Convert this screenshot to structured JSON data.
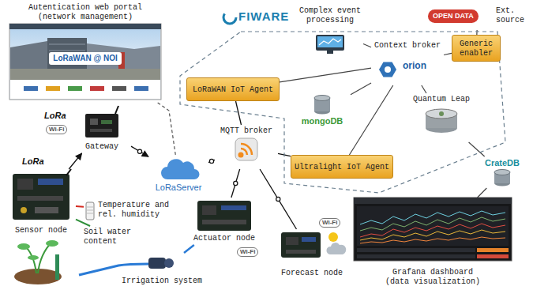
{
  "diagram": {
    "nodes": [
      {
        "text": [
          "Autentication web portal (network management)",
          "LoRaWAN @ NOI"
        ]
      },
      {
        "text": [
          "FIWARE"
        ]
      },
      {
        "text": [
          "Complex event processing"
        ],
        "in": 1
      },
      {
        "text": [
          "Context broker",
          "orion"
        ],
        "in": 1
      },
      {
        "text": [
          "Generic enabler"
        ],
        "in": 1
      },
      {
        "text": [
          "Quantum Leap"
        ],
        "in": 1
      },
      {
        "text": [
          "LoRaWAN IoT Agent"
        ],
        "in": 1
      },
      {
        "text": [
          "mongoDB"
        ],
        "in": 1
      },
      {
        "text": [
          "Ultralight IoT Agent"
        ],
        "in": 1
      },
      {
        "text": [
          "Ext. source",
          "OPEN DATA"
        ]
      },
      {
        "text": [
          "Gateway"
        ]
      },
      {
        "text": [
          "MQTT broker"
        ]
      },
      {
        "text": [
          "LoRaServer"
        ]
      },
      {
        "text": [
          "CrateDB"
        ]
      },
      {
        "text": [
          "Sensor node"
        ]
      },
      {
        "text": [
          "Temperature and rel. humidity"
        ]
      },
      {
        "text": [
          "Actuator node"
        ]
      },
      {
        "text": [
          "Soil water content"
        ]
      },
      {
        "text": [
          "Forecast node"
        ]
      },
      {
        "text": [
          "Grafana dashboard (data visualization)"
        ]
      },
      {
        "text": [
          "Irrigation system"
        ]
      }
    ],
    "edges": [
      {
        "from": 14,
        "to": 10,
        "arrow": "to"
      },
      {
        "from": 10,
        "to": 12,
        "arrow": "to"
      },
      {
        "from": 0,
        "to": 12,
        "arrow": "none"
      },
      {
        "from": 12,
        "to": 11,
        "arrow": "none"
      },
      {
        "from": 11,
        "to": 6,
        "arrow": "none"
      },
      {
        "from": 11,
        "to": 8,
        "arrow": "none"
      },
      {
        "from": 11,
        "to": 16,
        "arrow": "none"
      },
      {
        "from": 11,
        "to": 18,
        "arrow": "none"
      },
      {
        "from": 6,
        "to": 3,
        "arrow": "none"
      },
      {
        "from": 8,
        "to": 3,
        "arrow": "none"
      },
      {
        "from": 3,
        "to": 2,
        "arrow": "none"
      },
      {
        "from": 3,
        "to": 5,
        "arrow": "none"
      },
      {
        "from": 3,
        "to": 7,
        "arrow": "none"
      },
      {
        "from": 4,
        "to": 3,
        "arrow": "none"
      },
      {
        "from": 9,
        "to": 4,
        "arrow": "none"
      },
      {
        "from": 5,
        "to": 13,
        "arrow": "none"
      },
      {
        "from": 13,
        "to": 19,
        "arrow": "none"
      },
      {
        "from": 14,
        "to": 15,
        "arrow": "none"
      },
      {
        "from": 14,
        "to": 17,
        "arrow": "none"
      },
      {
        "from": 16,
        "to": 20,
        "arrow": "none"
      }
    ],
    "labels": [
      "LoRa",
      "Wi-Fi",
      "LoRa",
      "Wi-Fi",
      "Wi-Fi"
    ]
  }
}
